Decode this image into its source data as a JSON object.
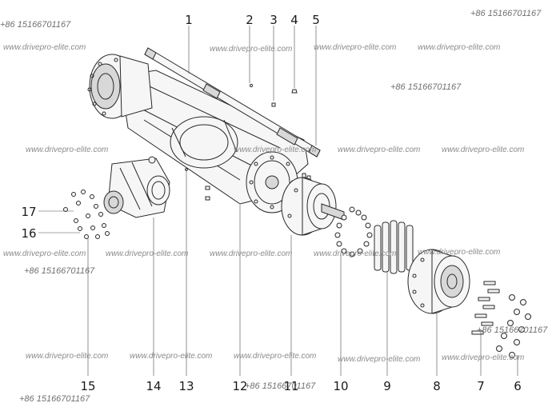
{
  "callouts": {
    "c1": "1",
    "c2": "2",
    "c3": "3",
    "c4": "4",
    "c5": "5",
    "c6": "6",
    "c7": "7",
    "c8": "8",
    "c9": "9",
    "c10": "10",
    "c11": "11",
    "c12": "12",
    "c13": "13",
    "c14": "14",
    "c15": "15",
    "c16": "16",
    "c17": "17"
  },
  "watermarks": {
    "site": "www.drivepro-elite.com",
    "phone": "+86 15166701167"
  }
}
